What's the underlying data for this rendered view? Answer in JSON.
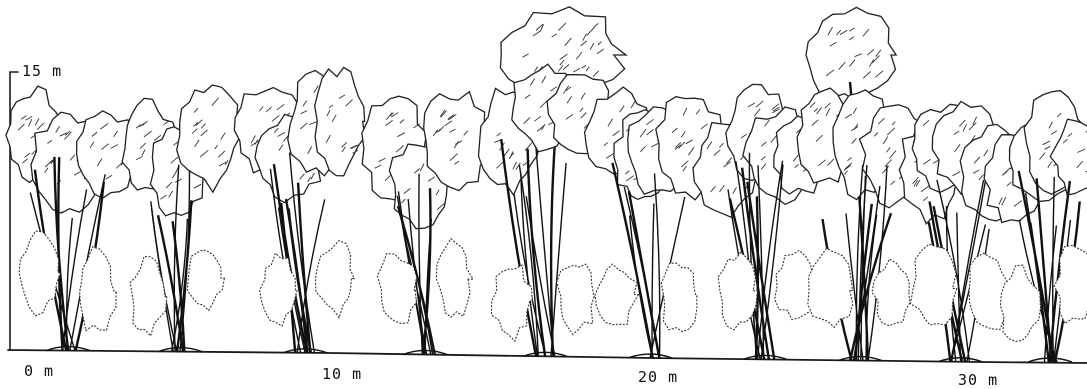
{
  "scale": {
    "height_label": "15 m",
    "distance_labels": [
      "0 m",
      "10 m",
      "20 m",
      "30 m"
    ]
  }
}
